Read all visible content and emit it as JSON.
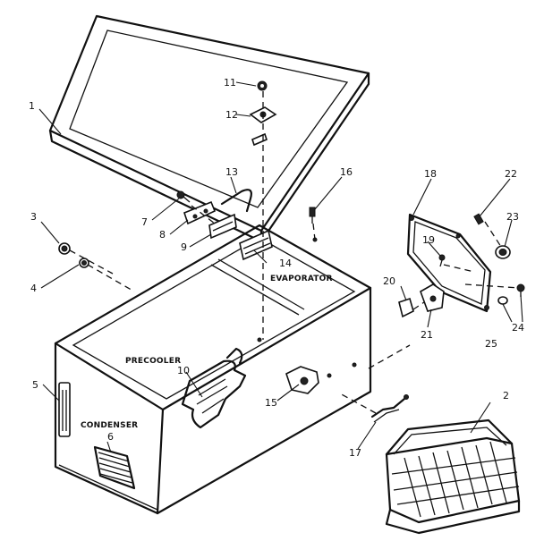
{
  "part_numbers": {
    "p1": "1",
    "p2": "2",
    "p3": "3",
    "p4": "4",
    "p5": "5",
    "p6": "6",
    "p7": "7",
    "p8": "8",
    "p9": "9",
    "p10": "10",
    "p11": "11",
    "p12": "12",
    "p13": "13",
    "p14": "14",
    "p15": "15",
    "p16": "16",
    "p17": "17",
    "p18": "18",
    "p19": "19",
    "p20": "20",
    "p21": "21",
    "p22": "22",
    "p23": "23",
    "p24": "24",
    "p25": "25"
  },
  "labels": {
    "evaporator": "EVAPORATOR",
    "precooler": "PRECOOLER",
    "condenser": "CONDENSER"
  }
}
